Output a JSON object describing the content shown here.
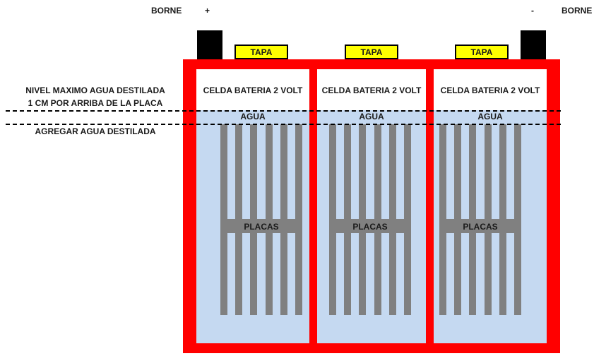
{
  "terminals": {
    "positive_label": "BORNE",
    "positive_sign": "+",
    "negative_sign": "-",
    "negative_label": "BORNE"
  },
  "caps": [
    "TAPA",
    "TAPA",
    "TAPA"
  ],
  "cells": [
    {
      "title": "CELDA BATERIA 2 VOLT",
      "water": "AGUA",
      "plates": "PLACAS"
    },
    {
      "title": "CELDA BATERIA 2 VOLT",
      "water": "AGUA",
      "plates": "PLACAS"
    },
    {
      "title": "CELDA BATERIA 2 VOLT",
      "water": "AGUA",
      "plates": "PLACAS"
    }
  ],
  "notes": {
    "max_level_line1": "NIVEL MAXIMO AGUA DESTILADA",
    "max_level_line2": "1 CM POR ARRIBA DE LA PLACA",
    "add_water": "AGREGAR AGUA DESTILADA"
  },
  "colors": {
    "case": "#ff0000",
    "water": "#c5d9f1",
    "plates": "#808080",
    "cap": "#ffff00",
    "terminal": "#000000"
  }
}
